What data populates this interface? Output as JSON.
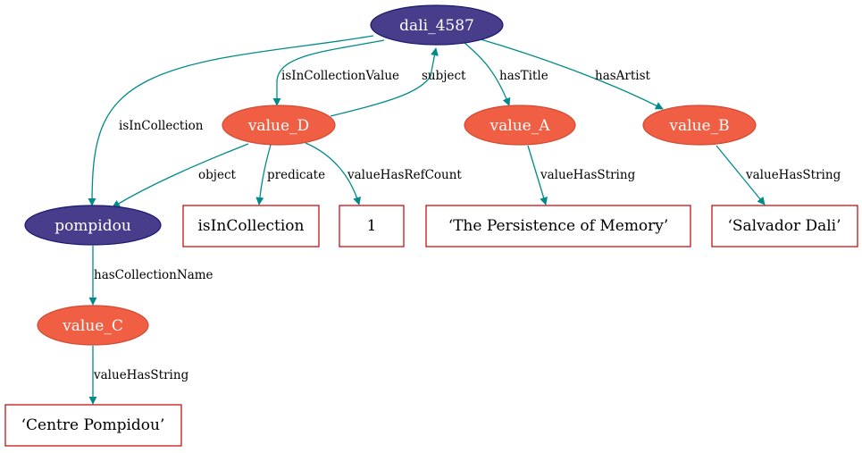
{
  "colors": {
    "purple_node_fill": "#483d8b",
    "purple_node_stroke": "#191970",
    "orange_node_fill": "#f05f44",
    "orange_node_stroke": "#d14b33",
    "literal_box_stroke": "#c00000",
    "edge": "#008b8b",
    "node_text_light": "#ffffff",
    "node_text_dark": "#000000"
  },
  "nodes": {
    "dali_4587": "dali_4587",
    "value_D": "value_D",
    "value_A": "value_A",
    "value_B": "value_B",
    "pompidou": "pompidou",
    "value_C": "value_C",
    "lit_isInCollection": "isInCollection",
    "lit_1": "1",
    "lit_title": "‘The Persistence of Memory’",
    "lit_artist": "‘Salvador Dali’",
    "lit_centre": "‘Centre Pompidou’"
  },
  "edges": {
    "isInCollection": "isInCollection",
    "isInCollectionValue": "isInCollectionValue",
    "subject": "subject",
    "hasTitle": "hasTitle",
    "hasArtist": "hasArtist",
    "object": "object",
    "predicate": "predicate",
    "valueHasRefCount": "valueHasRefCount",
    "valueHasString_A": "valueHasString",
    "valueHasString_B": "valueHasString",
    "hasCollectionName": "hasCollectionName",
    "valueHasString_C": "valueHasString"
  }
}
